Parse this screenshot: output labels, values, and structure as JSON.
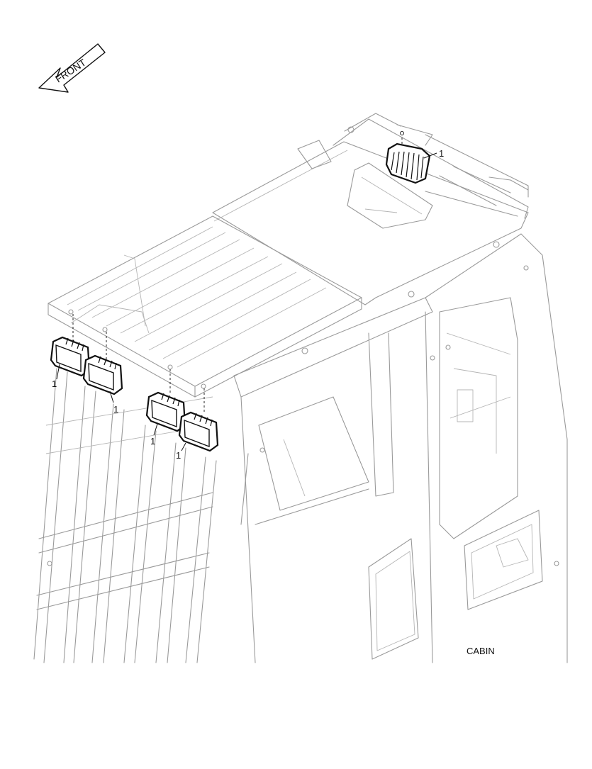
{
  "front_arrow": {
    "label": "FRONT"
  },
  "part_callout": {
    "number": "1"
  },
  "view_label": "CABIN",
  "lamps": [
    {
      "position": "roof-rear-right"
    },
    {
      "position": "front-left-outer"
    },
    {
      "position": "front-left-inner"
    },
    {
      "position": "front-right-inner"
    },
    {
      "position": "front-right-outer"
    }
  ],
  "colors": {
    "linework": "#9a9a9a",
    "highlight": "#111111",
    "background": "#ffffff"
  }
}
